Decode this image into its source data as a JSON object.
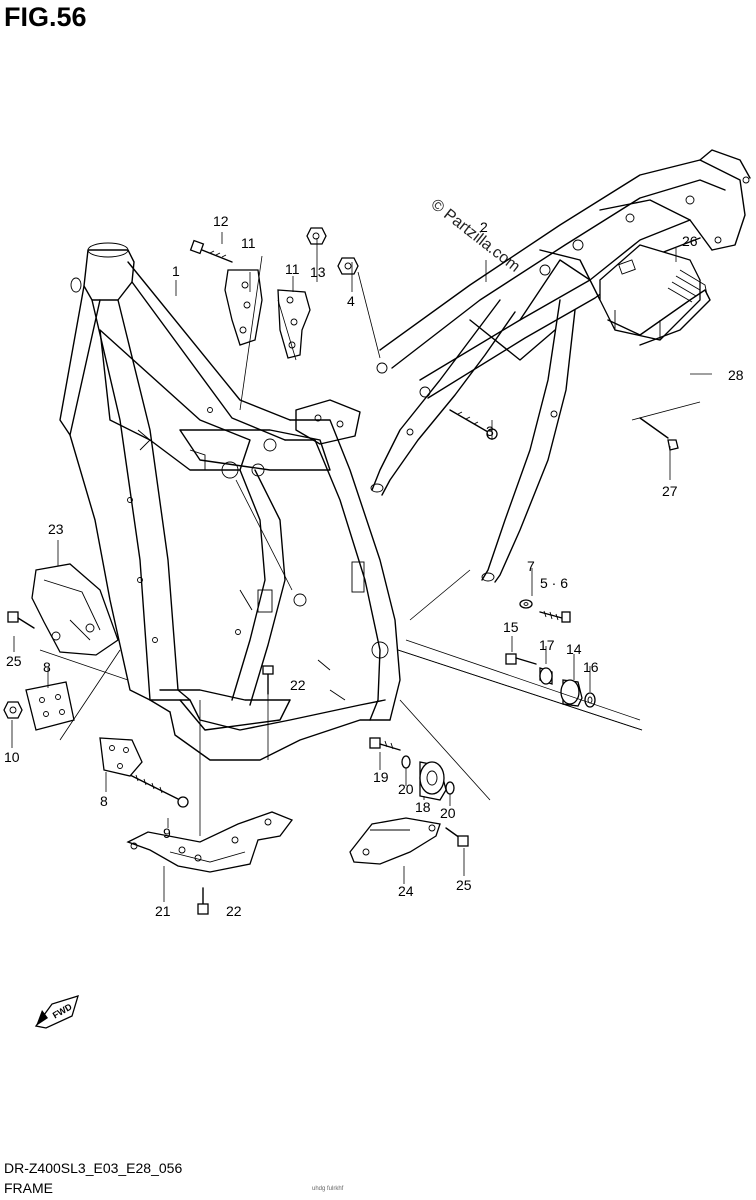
{
  "figure": {
    "title": "FIG.56",
    "watermark": "© Partzilla.com",
    "model_code": "DR-Z400SL3_E03_E28_056",
    "section_name": "FRAME",
    "fine_print": "uhdg fulrkhf"
  },
  "fwd_icon": {
    "label": "FWD",
    "icon": "forward-arrow-icon"
  },
  "callouts": [
    {
      "id": "c1",
      "label": "1"
    },
    {
      "id": "c2",
      "label": "2"
    },
    {
      "id": "c3",
      "label": "3"
    },
    {
      "id": "c4",
      "label": "4"
    },
    {
      "id": "c5",
      "label": "5 · 6"
    },
    {
      "id": "c7",
      "label": "7"
    },
    {
      "id": "c8a",
      "label": "8"
    },
    {
      "id": "c8b",
      "label": "8"
    },
    {
      "id": "c9",
      "label": "9"
    },
    {
      "id": "c10",
      "label": "10"
    },
    {
      "id": "c11a",
      "label": "11"
    },
    {
      "id": "c11b",
      "label": "11"
    },
    {
      "id": "c12",
      "label": "12"
    },
    {
      "id": "c13",
      "label": "13"
    },
    {
      "id": "c14",
      "label": "14"
    },
    {
      "id": "c15",
      "label": "15"
    },
    {
      "id": "c16",
      "label": "16"
    },
    {
      "id": "c17",
      "label": "17"
    },
    {
      "id": "c18",
      "label": "18"
    },
    {
      "id": "c19",
      "label": "19"
    },
    {
      "id": "c20a",
      "label": "20"
    },
    {
      "id": "c20b",
      "label": "20"
    },
    {
      "id": "c21",
      "label": "21"
    },
    {
      "id": "c22a",
      "label": "22"
    },
    {
      "id": "c22b",
      "label": "22"
    },
    {
      "id": "c23",
      "label": "23"
    },
    {
      "id": "c24",
      "label": "24"
    },
    {
      "id": "c25a",
      "label": "25"
    },
    {
      "id": "c25b",
      "label": "25"
    },
    {
      "id": "c26",
      "label": "26"
    },
    {
      "id": "c27",
      "label": "27"
    },
    {
      "id": "c28",
      "label": "28"
    }
  ]
}
